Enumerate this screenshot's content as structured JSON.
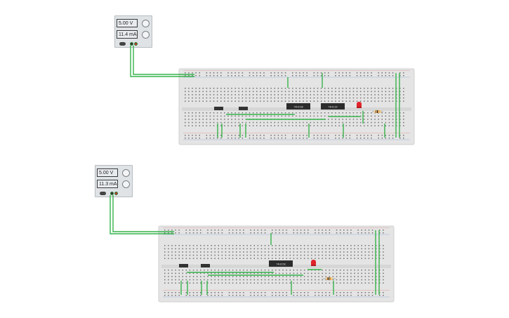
{
  "supplies": [
    {
      "voltage": "5.00 V",
      "current": "11.4 mA"
    },
    {
      "voltage": "5.00 V",
      "current": "11.3 mA"
    }
  ],
  "chips": {
    "board1": [
      "74HC08",
      "74HC32"
    ],
    "board2": [
      "74HC08"
    ]
  },
  "colors": {
    "wire": "#35b34a",
    "board": "#e4e4e4",
    "led": "#e0242a",
    "chip": "#2c2c2c"
  }
}
